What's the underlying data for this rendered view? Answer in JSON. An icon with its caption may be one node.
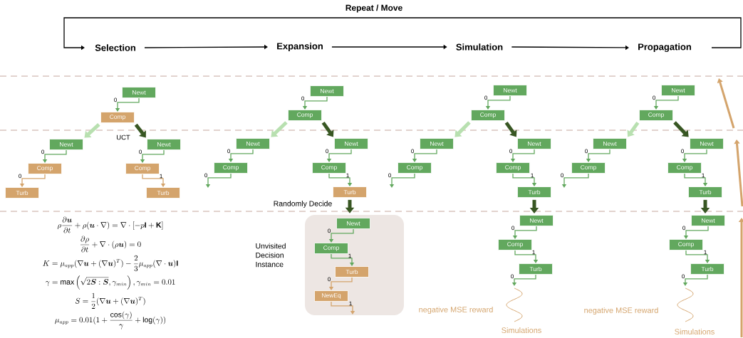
{
  "diagram": {
    "nodes": [
      {
        "text": [
          "Selection"
        ]
      },
      {
        "text": [
          "Expansion"
        ]
      },
      {
        "text": [
          "Simulation"
        ]
      },
      {
        "text": [
          "Propagation"
        ]
      },
      {
        "text": [
          "Newt"
        ]
      },
      {
        "text": [
          "Comp"
        ]
      },
      {
        "text": [
          "Newt"
        ]
      },
      {
        "text": [
          "Comp"
        ]
      },
      {
        "text": [
          "Turb"
        ]
      },
      {
        "text": [
          "Newt"
        ]
      },
      {
        "text": [
          "Comp"
        ]
      },
      {
        "text": [
          "Turb"
        ]
      },
      {
        "text": [
          "Newt"
        ]
      },
      {
        "text": [
          "Comp"
        ]
      },
      {
        "text": [
          "Newt"
        ]
      },
      {
        "text": [
          "Comp"
        ]
      },
      {
        "text": [
          "Newt"
        ]
      },
      {
        "text": [
          "Comp"
        ]
      },
      {
        "text": [
          "Turb"
        ]
      },
      {
        "text": [
          "Unvisited Decision Instance"
        ]
      },
      {
        "text": [
          "Newt"
        ],
        "in": 19
      },
      {
        "text": [
          "Comp"
        ],
        "in": 19
      },
      {
        "text": [
          "Turb"
        ],
        "in": 19
      },
      {
        "text": [
          "NewEq"
        ],
        "in": 19
      },
      {
        "text": [
          "Newt"
        ]
      },
      {
        "text": [
          "Comp"
        ]
      },
      {
        "text": [
          "Newt"
        ]
      },
      {
        "text": [
          "Comp"
        ]
      },
      {
        "text": [
          "Newt"
        ]
      },
      {
        "text": [
          "Comp"
        ]
      },
      {
        "text": [
          "Turb"
        ]
      },
      {
        "text": [
          "Newt"
        ]
      },
      {
        "text": [
          "Comp"
        ]
      },
      {
        "text": [
          "Turb"
        ]
      },
      {
        "text": [
          "Newt"
        ]
      },
      {
        "text": [
          "Comp"
        ]
      },
      {
        "text": [
          "Newt"
        ]
      },
      {
        "text": [
          "Comp"
        ]
      },
      {
        "text": [
          "Newt"
        ]
      },
      {
        "text": [
          "Comp"
        ]
      },
      {
        "text": [
          "Turb"
        ]
      },
      {
        "text": [
          "Newt"
        ]
      },
      {
        "text": [
          "Comp"
        ]
      },
      {
        "text": [
          "Turb"
        ]
      }
    ],
    "edges": [
      {
        "from": 0,
        "to": 1,
        "arrow": "to",
        "color": "#000000"
      },
      {
        "from": 1,
        "to": 2,
        "arrow": "to",
        "color": "#000000"
      },
      {
        "from": 2,
        "to": 3,
        "arrow": "to",
        "color": "#000000"
      },
      {
        "from": 3,
        "to": 0,
        "arrow": "to",
        "color": "#000000",
        "label": "Repeat / Move"
      },
      {
        "from": 4,
        "to": 5,
        "arrow": "to",
        "label": "0"
      },
      {
        "from": 5,
        "to": 6,
        "arrow": "to",
        "style": "thick",
        "color": "#b8e0b0"
      },
      {
        "from": 5,
        "to": 9,
        "arrow": "to",
        "style": "thick",
        "color": "#385723"
      },
      {
        "from": 6,
        "to": 7,
        "arrow": "to",
        "label": "0"
      },
      {
        "from": 7,
        "to": 8,
        "arrow": "to",
        "label": "0",
        "color": "#d4a46c"
      },
      {
        "from": 9,
        "to": 10,
        "arrow": "to",
        "label": "0"
      },
      {
        "from": 10,
        "to": 11,
        "arrow": "to",
        "label": "1",
        "color": "#d4a46c"
      },
      {
        "from": 12,
        "to": 13,
        "arrow": "to",
        "label": "0"
      },
      {
        "from": 13,
        "to": 14,
        "arrow": "to",
        "style": "thick",
        "color": "#b8e0b0"
      },
      {
        "from": 13,
        "to": 16,
        "arrow": "to",
        "style": "thick",
        "color": "#385723"
      },
      {
        "from": 14,
        "to": 15,
        "arrow": "to",
        "label": "0"
      },
      {
        "from": 15,
        "to": null,
        "arrow": "to",
        "label": "0"
      },
      {
        "from": 16,
        "to": 17,
        "arrow": "to",
        "label": "0"
      },
      {
        "from": 17,
        "to": 18,
        "arrow": "to",
        "label": "1"
      },
      {
        "from": 18,
        "to": 19,
        "arrow": "to",
        "style": "thick",
        "color": "#385723",
        "label": "Randomly Decide"
      },
      {
        "from": 20,
        "to": 21,
        "arrow": "to",
        "label": "0"
      },
      {
        "from": 21,
        "to": 22,
        "arrow": "to",
        "label": "1"
      },
      {
        "from": 22,
        "to": 23,
        "arrow": "to",
        "label": "0",
        "color": "#d4a46c"
      },
      {
        "from": 23,
        "to": null,
        "arrow": "to",
        "label": "1",
        "color": "#d4a46c"
      },
      {
        "from": 24,
        "to": 25,
        "arrow": "to",
        "label": "0"
      },
      {
        "from": 25,
        "to": 26,
        "arrow": "to",
        "style": "thick",
        "color": "#b8e0b0"
      },
      {
        "from": 25,
        "to": 28,
        "arrow": "to",
        "style": "thick",
        "color": "#385723"
      },
      {
        "from": 26,
        "to": 27,
        "arrow": "to",
        "label": "0"
      },
      {
        "from": 27,
        "to": null,
        "arrow": "to",
        "label": "0"
      },
      {
        "from": 28,
        "to": 29,
        "arrow": "to",
        "label": "0"
      },
      {
        "from": 29,
        "to": 30,
        "arrow": "to",
        "label": "1"
      },
      {
        "from": 30,
        "to": 31,
        "arrow": "to",
        "style": "thick",
        "color": "#385723"
      },
      {
        "from": 31,
        "to": 32,
        "arrow": "to",
        "label": "0"
      },
      {
        "from": 32,
        "to": 33,
        "arrow": "to",
        "label": "1"
      },
      {
        "from": 33,
        "to": null,
        "arrow": "to",
        "label": "0"
      },
      {
        "from": 34,
        "to": 35,
        "arrow": "to",
        "label": "0"
      },
      {
        "from": 35,
        "to": 36,
        "arrow": "to",
        "style": "thick",
        "color": "#b8e0b0"
      },
      {
        "from": 35,
        "to": 38,
        "arrow": "to",
        "style": "thick",
        "color": "#385723"
      },
      {
        "from": 36,
        "to": 37,
        "arrow": "to",
        "label": "0"
      },
      {
        "from": 37,
        "to": null,
        "arrow": "to",
        "label": "0"
      },
      {
        "from": 38,
        "to": 39,
        "arrow": "to",
        "label": "0"
      },
      {
        "from": 39,
        "to": 40,
        "arrow": "to",
        "label": "1"
      },
      {
        "from": 40,
        "to": 41,
        "arrow": "to",
        "style": "thick",
        "color": "#385723"
      },
      {
        "from": 41,
        "to": 42,
        "arrow": "to",
        "label": "0"
      },
      {
        "from": 42,
        "to": 43,
        "arrow": "to",
        "label": "1"
      },
      {
        "from": 43,
        "to": null,
        "arrow": "to",
        "label": "0"
      }
    ],
    "labels": [
      "UCT",
      "\\rho\\frac{\\partial\\boldsymbol{u}}{\\partial t}+\\rho(\\boldsymbol{u}\\cdot\\nabla)=\\nabla\\cdot[-p\\mathbf{I}+\\mathbf{K}]",
      "\\frac{\\partial\\rho}{\\partial t}+\\nabla\\cdot(\\rho\\boldsymbol{u})=0",
      "K=\\mu_{app}(\\nabla\\boldsymbol{u}+(\\nabla\\boldsymbol{u})^T)-\\frac{2}{3}\\mu_{app}(\\nabla\\cdot\\boldsymbol{u})\\mathbf{I}",
      "\\gamma=\\max\\left(\\sqrt{2\\boldsymbol{S}:\\boldsymbol{S}},\\gamma_{min}\\right),\\gamma_{min}=0.01",
      "S=\\frac{1}{2}(\\nabla\\boldsymbol{u}+(\\nabla\\boldsymbol{u})^T)",
      "\\mu_{app}=0.01(1+\\frac{\\cos(\\gamma)}{\\gamma}+\\log(\\gamma))",
      "negative MSE reward",
      "negative MSE reward",
      "Simulations",
      "Simulations"
    ]
  }
}
